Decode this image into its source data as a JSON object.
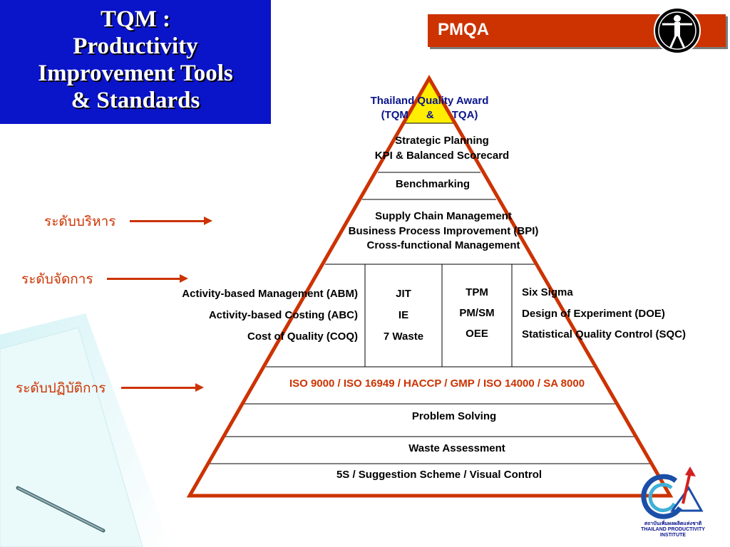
{
  "title": {
    "line1": "TQM :",
    "line2": "Productivity",
    "line3": "Improvement Tools",
    "line4": "& Standards"
  },
  "header": {
    "label": "PMQA"
  },
  "levels": {
    "executive": "ระดับบริหาร",
    "management": "ระดับจัดการ",
    "operational": "ระดับปฏิบัติการ"
  },
  "pyramid": {
    "apex_line1": "Thailand Quality Award",
    "apex_line2": "(TQM      &      TQA)",
    "tier2_line1": "Strategic Planning",
    "tier2_line2": "KPI & Balanced Scorecard",
    "tier3": "Benchmarking",
    "tier4_line1": "Supply Chain Management",
    "tier4_line2": "Business Process Improvement (BPI)",
    "tier4_line3": "Cross-functional Management",
    "col1": [
      "Activity-based Management (ABM)",
      "Activity-based Costing (ABC)",
      "Cost of Quality (COQ)"
    ],
    "col2": [
      "JIT",
      "IE",
      "7 Waste"
    ],
    "col3": [
      "TPM",
      "PM/SM",
      "OEE"
    ],
    "col4": [
      "Six Sigma",
      "Design of Experiment (DOE)",
      "Statistical Quality Control (SQC)"
    ],
    "standards": "ISO 9000 / ISO 16949 / HACCP / GMP / ISO 14000 / SA 8000",
    "tier7": "Problem Solving",
    "tier8": "Waste Assessment",
    "tier9": "5S / Suggestion Scheme / Visual Control"
  },
  "logo_text": {
    "line1": "สถาบันเพิ่มผลผลิตแห่งชาติ",
    "line2": "THAILAND PRODUCTIVITY INSTITUTE"
  },
  "colors": {
    "title_bg": "#0a14c8",
    "header_bg": "#cc3300",
    "pyramid_outline": "#cc3300",
    "apex_fill": "#ffee00",
    "accent_text": "#cc3300",
    "navy_text": "#0a148c"
  }
}
